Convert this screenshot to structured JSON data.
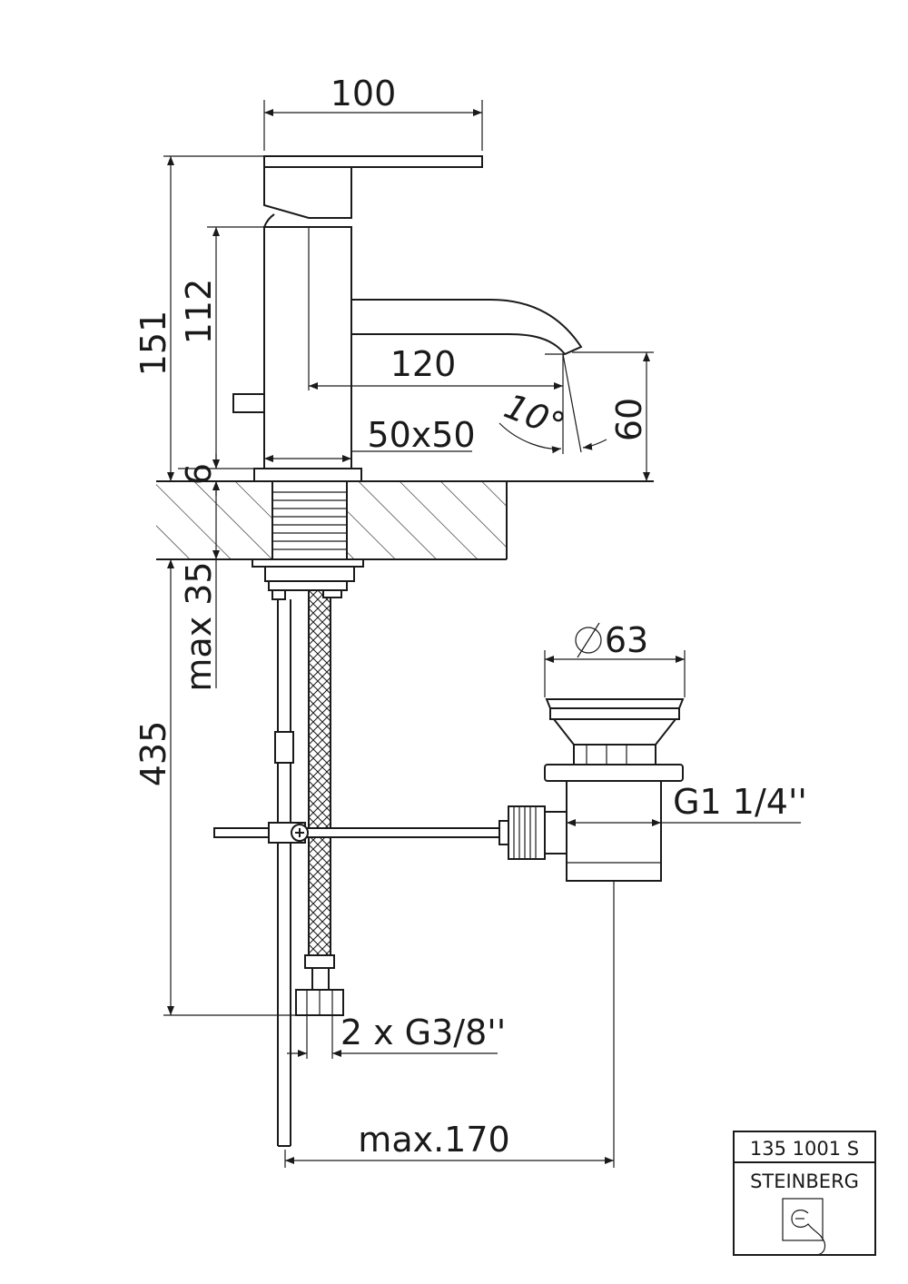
{
  "dimensions": {
    "width_top": "100",
    "height_total": "151",
    "height_body": "112",
    "spout_reach": "120",
    "base_size": "50x50",
    "spout_angle": "10°",
    "spout_height": "60",
    "base_plate": "6",
    "counter_thickness": "max 35",
    "hose_length": "435",
    "drain_diameter": "63",
    "drain_thread": "G1 1/4''",
    "hose_thread": "2 x G3/8''",
    "rod_length": "max.170"
  },
  "title_block": {
    "article_number": "135 1001 S",
    "brand": "STEINBERG"
  },
  "colors": {
    "line": "#1a1a1a",
    "background": "#ffffff"
  }
}
